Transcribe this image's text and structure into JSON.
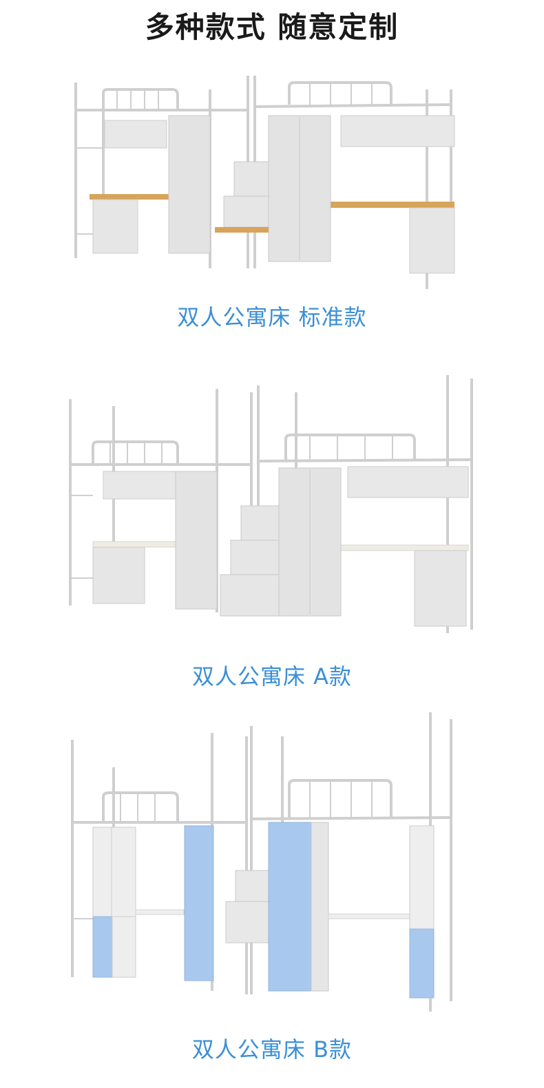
{
  "header": {
    "title": "多种款式  随意定制"
  },
  "products": [
    {
      "caption": "双人公寓床  标准款",
      "style": "standard",
      "desk_color": "#d7a45a",
      "door_color": "#e3e3e3"
    },
    {
      "caption": "双人公寓床  A款",
      "style": "a",
      "desk_color": "#efede3",
      "door_color": "#e3e3e3"
    },
    {
      "caption": "双人公寓床  B款",
      "style": "b",
      "desk_color": "#eeeeee",
      "door_color": "#a9c8ee"
    }
  ],
  "colors": {
    "title": "#1a1a1a",
    "caption": "#3b8fd6",
    "frame": "#dcdcdc"
  }
}
